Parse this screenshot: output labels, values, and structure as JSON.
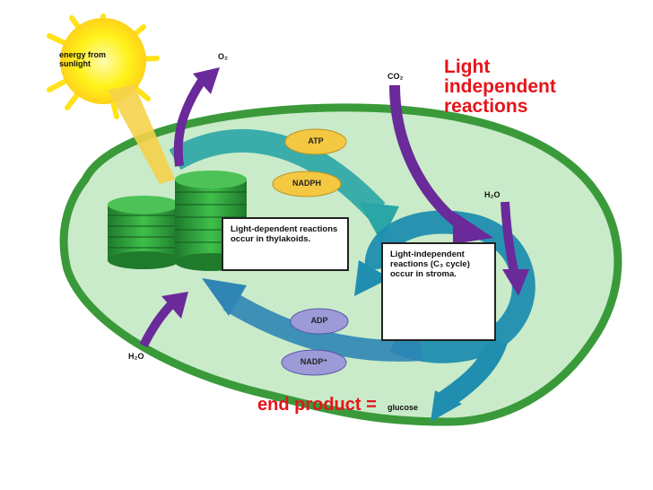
{
  "labels": {
    "energy": "energy from sunlight",
    "o2": "O₂",
    "co2": "CO₂",
    "h2o_top": "H₂O",
    "h2o_bottom": "H₂O",
    "atp": "ATP",
    "nadph": "NADPH",
    "adp": "ADP",
    "nadp": "NADP⁺",
    "light_dependent_box": "Light-dependent reactions occur in thylakoids.",
    "light_independent_box": "Light-independent reactions (C₃ cycle) occur in stroma.",
    "light_independent_title_1": "Light",
    "light_independent_title_2": "independent",
    "light_independent_title_3": "reactions",
    "end_product": "end product =",
    "glucose": "glucose"
  },
  "colors": {
    "stroma": "#c9ebc9",
    "membrane": "#3a9a3a",
    "sun": "#fff21a",
    "teal_arrow": "#2aa6a6",
    "blue_arrow": "#2f86b5",
    "purple_arrow": "#6a2a9a",
    "atp_oval": "#f5c842",
    "adp_oval": "#9d9ad8",
    "title_red": "#e5141a"
  }
}
